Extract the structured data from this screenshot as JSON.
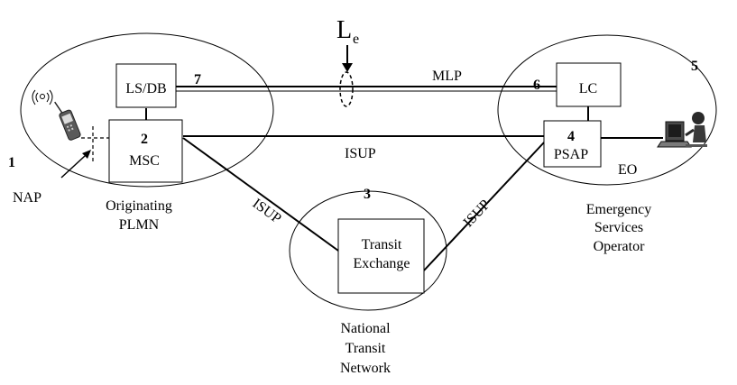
{
  "interface": {
    "label": "L",
    "subscript": "e"
  },
  "nodes": {
    "ls_db": "LS/DB",
    "msc": "MSC",
    "lc": "LC",
    "psap": "PSAP",
    "transit_line1": "Transit",
    "transit_line2": "Exchange"
  },
  "numbers": {
    "n1": "1",
    "n2": "2",
    "n3": "3",
    "n4": "4",
    "n5": "5",
    "n6": "6",
    "n7": "7"
  },
  "links": {
    "mlp": "MLP",
    "isup_top": "ISUP",
    "isup_left": "ISUP",
    "isup_right": "ISUP"
  },
  "labels": {
    "nap": "NAP",
    "eo": "EO",
    "originating_line1": "Originating",
    "originating_line2": "PLMN",
    "emergency_line1": "Emergency",
    "emergency_line2": "Services",
    "emergency_line3": "Operator",
    "national_line1": "National",
    "national_line2": "Transit",
    "national_line3": "Network"
  },
  "icons": [
    "mobile-phone-icon",
    "antenna-signal-icon",
    "operator-workstation-icon"
  ]
}
